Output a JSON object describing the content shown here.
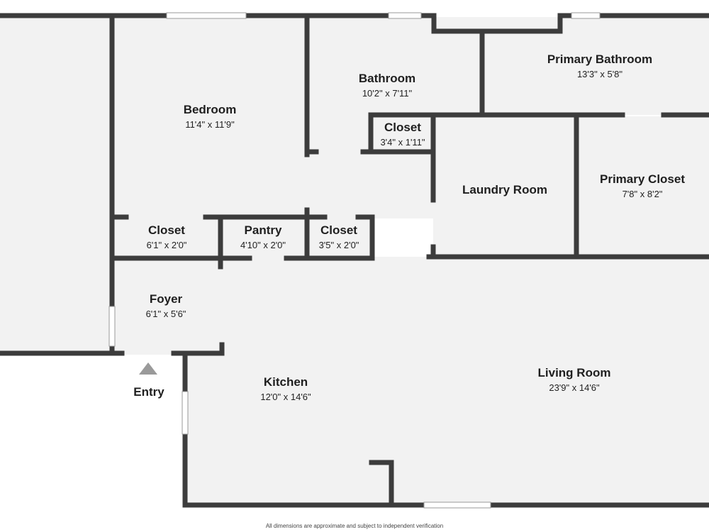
{
  "rooms": {
    "primary_bathroom": {
      "name": "Primary Bathroom",
      "dims": "13'3\" x 5'8\""
    },
    "bathroom": {
      "name": "Bathroom",
      "dims": "10'2\" x 7'11\""
    },
    "bedroom": {
      "name": "Bedroom",
      "dims": "11'4\" x 11'9\""
    },
    "closet_small": {
      "name": "Closet",
      "dims": "3'4\" x 1'11\""
    },
    "laundry": {
      "name": "Laundry Room",
      "dims": ""
    },
    "primary_closet": {
      "name": "Primary Closet",
      "dims": "7'8\" x 8'2\""
    },
    "closet_left": {
      "name": "Closet",
      "dims": "6'1\" x 2'0\""
    },
    "pantry": {
      "name": "Pantry",
      "dims": "4'10\" x 2'0\""
    },
    "closet_mid": {
      "name": "Closet",
      "dims": "3'5\" x 2'0\""
    },
    "foyer": {
      "name": "Foyer",
      "dims": "6'1\" x 5'6\""
    },
    "kitchen": {
      "name": "Kitchen",
      "dims": "12'0\" x 14'6\""
    },
    "living": {
      "name": "Living Room",
      "dims": "23'9\" x 14'6\""
    }
  },
  "entry": {
    "label": "Entry"
  },
  "footer": {
    "disclaimer": "All dimensions are approximate and subject to independent verification"
  },
  "colors": {
    "wall": "#3c3c3c",
    "floor": "#f2f2f2",
    "entry_marker": "#9a9a9a"
  }
}
